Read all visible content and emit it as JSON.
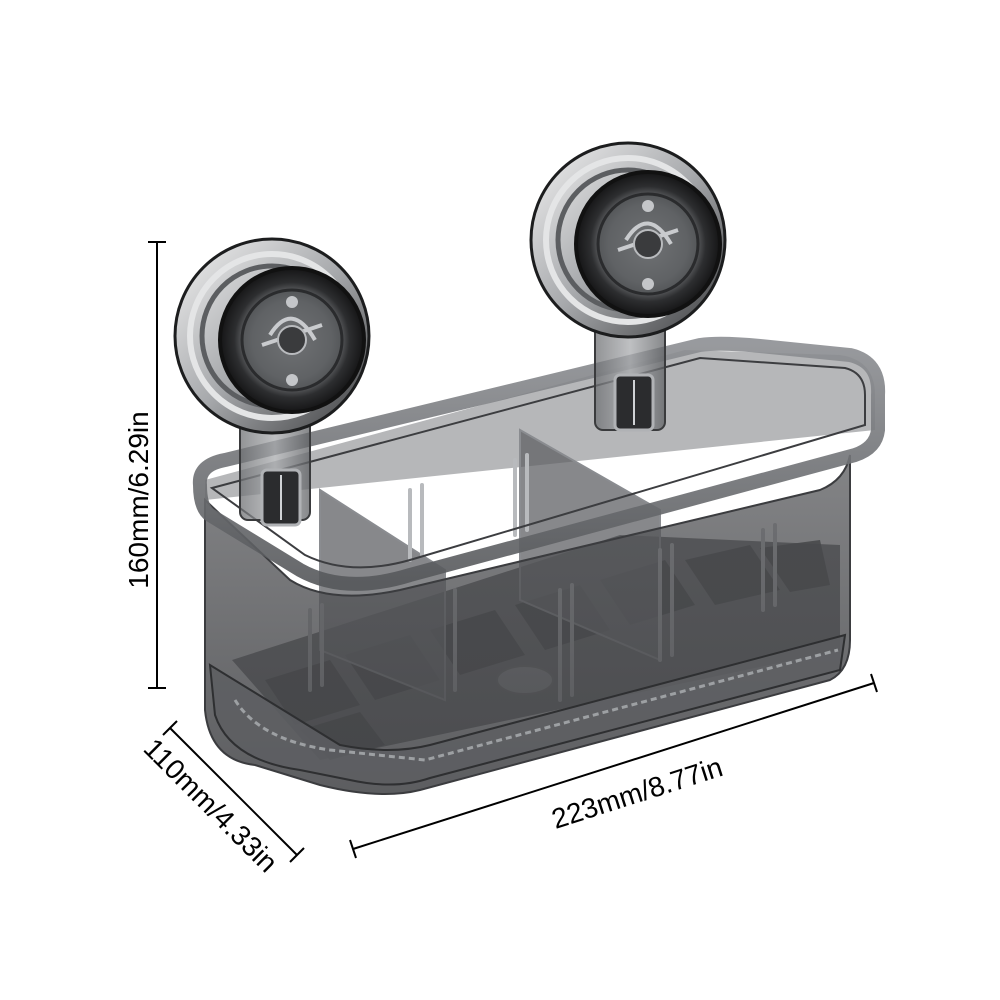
{
  "product": {
    "name": "suction-cup wall-mounted storage basket with dividers",
    "color": "#4a4a4d",
    "accent": "#9a9ca0"
  },
  "dimensions": {
    "height_label": "160mm/6.29in",
    "depth_label": "110mm/4.33in",
    "width_label": "223mm/8.77in"
  },
  "colors": {
    "dimension_line": "#000000",
    "background": "#ffffff"
  }
}
